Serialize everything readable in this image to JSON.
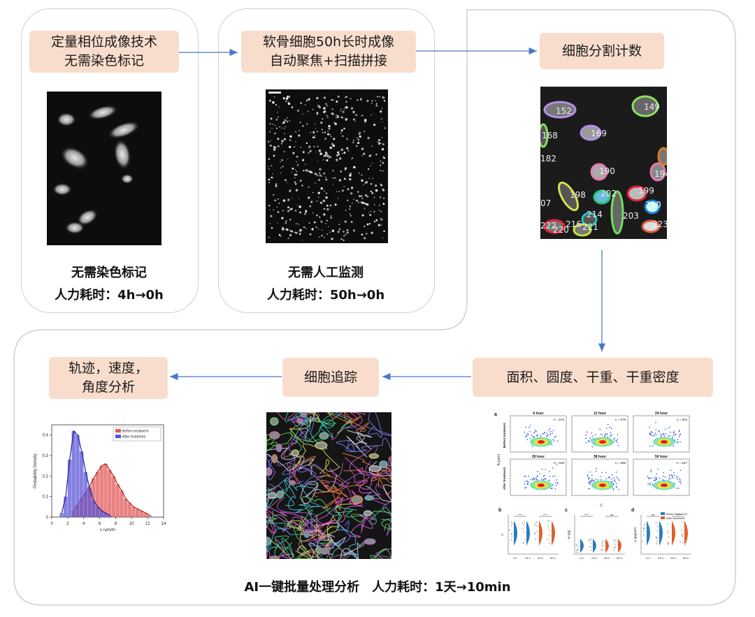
{
  "step1": {
    "tag_line1": "定量相位成像技术",
    "tag_line2": "无需染色标记",
    "caption_line1": "无需染色标记",
    "caption_line2": "人力耗时：4h→0h"
  },
  "step2": {
    "tag_line1": "软骨细胞50h长时成像",
    "tag_line2": "自动聚焦+扫描拼接",
    "caption_line1": "无需人工监测",
    "caption_line2": "人力耗时：50h→0h"
  },
  "step3": {
    "tag": "细胞分割计数",
    "cell_ids": [
      "152",
      "149",
      "168",
      "169",
      "182",
      "190",
      "194",
      "07",
      "198",
      "202",
      "199",
      "214",
      "210",
      "203",
      "222",
      "220",
      "216",
      "221",
      "223"
    ]
  },
  "step4": {
    "tag": "面积、圆度、干重、干重密度"
  },
  "step5": {
    "tag": "细胞追踪"
  },
  "step6": {
    "tag_line1": "轨迹，速度，",
    "tag_line2": "角度分析"
  },
  "footer": "AI一键批量处理分析　人力耗时：1天→10min",
  "colors": {
    "tag_bg": "#f9ddcc",
    "arrow": "#4a78c8",
    "panel_border": "#cfcfcf"
  },
  "hist_chart": {
    "type": "bar",
    "xlabel": "v (μm/h)",
    "ylabel": "Probability Density",
    "xlim": [
      0,
      14
    ],
    "ylim": [
      0,
      0.45
    ],
    "xticks": [
      "0",
      "2",
      "4",
      "6",
      "8",
      "10",
      "12",
      "14"
    ],
    "yticks": [
      "0",
      "0.1",
      "0.2",
      "0.3",
      "0.4"
    ],
    "legend": [
      "Before treatment",
      "After treatment"
    ],
    "series": [
      {
        "name": "Before treatment",
        "color": "#e15a5a",
        "bins": [
          [
            2.5,
            0.03
          ],
          [
            3,
            0.06
          ],
          [
            3.5,
            0.09
          ],
          [
            4,
            0.12
          ],
          [
            4.5,
            0.15
          ],
          [
            5,
            0.19
          ],
          [
            5.5,
            0.22
          ],
          [
            6,
            0.25
          ],
          [
            6.5,
            0.26
          ],
          [
            7,
            0.23
          ],
          [
            7.5,
            0.2
          ],
          [
            8,
            0.16
          ],
          [
            8.5,
            0.13
          ],
          [
            9,
            0.09
          ],
          [
            9.5,
            0.07
          ],
          [
            10,
            0.05
          ],
          [
            10.5,
            0.04
          ],
          [
            11,
            0.03
          ],
          [
            11.5,
            0.02
          ],
          [
            12,
            0.01
          ]
        ]
      },
      {
        "name": "After treatment",
        "color": "#5a55d6",
        "bins": [
          [
            1,
            0.02
          ],
          [
            1.5,
            0.1
          ],
          [
            2,
            0.28
          ],
          [
            2.5,
            0.42
          ],
          [
            3,
            0.4
          ],
          [
            3.5,
            0.32
          ],
          [
            4,
            0.22
          ],
          [
            4.5,
            0.14
          ],
          [
            5,
            0.08
          ],
          [
            5.5,
            0.05
          ],
          [
            6,
            0.03
          ],
          [
            6.5,
            0.02
          ],
          [
            7,
            0.01
          ]
        ]
      }
    ]
  },
  "scatter_panel": {
    "label_a": "a",
    "rows": [
      "Before treatment",
      "After treatment"
    ],
    "titles": [
      "6 hour",
      "12 hour",
      "24 hour",
      "26 hour",
      "38 hour",
      "50 hour"
    ],
    "counts": [
      "n = 570",
      "n = 578",
      "n = 504",
      "n = 548",
      "n = 555",
      "n = 527"
    ],
    "ylabel": "A (μm²)",
    "xlabel": "C",
    "violin_labels": [
      "b",
      "c",
      "d"
    ],
    "violin_legend": [
      "Before treatment",
      "After treatment"
    ],
    "violin_ylabels": [
      "C",
      "m (pg)",
      "ρ (pg/μm³)"
    ],
    "violin_xticks": [
      "0 h",
      "24 h",
      "26 h",
      "50 h"
    ],
    "sig": [
      "****",
      "****",
      "****",
      "ns",
      "ns",
      "****"
    ]
  }
}
